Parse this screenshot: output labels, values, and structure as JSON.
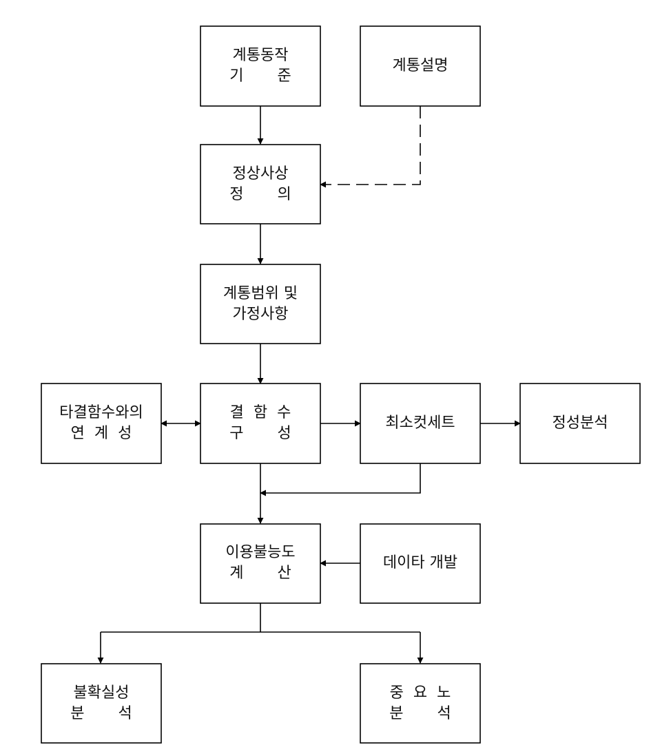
{
  "diagram": {
    "nodes": {
      "criteria": {
        "lines": [
          "계통동작",
          "기       준"
        ]
      },
      "system_desc": {
        "lines": [
          "계통설명"
        ]
      },
      "success": {
        "lines": [
          "정상사상",
          "정       의"
        ]
      },
      "scope": {
        "lines": [
          "계통범위 및",
          "가정사항"
        ]
      },
      "other_fault": {
        "lines": [
          "타결함수와의",
          "연  계  성"
        ]
      },
      "fault_tree": {
        "lines": [
          "결  함  수",
          "구       성"
        ]
      },
      "min_cut": {
        "lines": [
          "최소컷세트"
        ]
      },
      "qualitative": {
        "lines": [
          "정성분석"
        ]
      },
      "unavailability": {
        "lines": [
          "이용불능도",
          "계       산"
        ]
      },
      "data_dev": {
        "lines": [
          "데이타 개발"
        ]
      },
      "uncertainty": {
        "lines": [
          "불확실성",
          "분       석"
        ]
      },
      "importance": {
        "lines": [
          "중  요  노",
          "분       석"
        ]
      }
    },
    "edges": [
      {
        "from": "criteria",
        "to": "success",
        "style": "solid"
      },
      {
        "from": "system_desc",
        "to": "success",
        "style": "dashed"
      },
      {
        "from": "success",
        "to": "scope",
        "style": "solid"
      },
      {
        "from": "scope",
        "to": "fault_tree",
        "style": "solid"
      },
      {
        "from": "other_fault",
        "to": "fault_tree",
        "style": "solid",
        "bidirectional": true
      },
      {
        "from": "fault_tree",
        "to": "min_cut",
        "style": "solid"
      },
      {
        "from": "min_cut",
        "to": "qualitative",
        "style": "solid"
      },
      {
        "from": "fault_tree",
        "to": "unavailability",
        "style": "solid"
      },
      {
        "from": "min_cut",
        "to": "unavailability",
        "style": "solid"
      },
      {
        "from": "data_dev",
        "to": "unavailability",
        "style": "solid"
      },
      {
        "from": "unavailability",
        "to": "uncertainty",
        "style": "solid"
      },
      {
        "from": "unavailability",
        "to": "importance",
        "style": "solid"
      }
    ]
  }
}
